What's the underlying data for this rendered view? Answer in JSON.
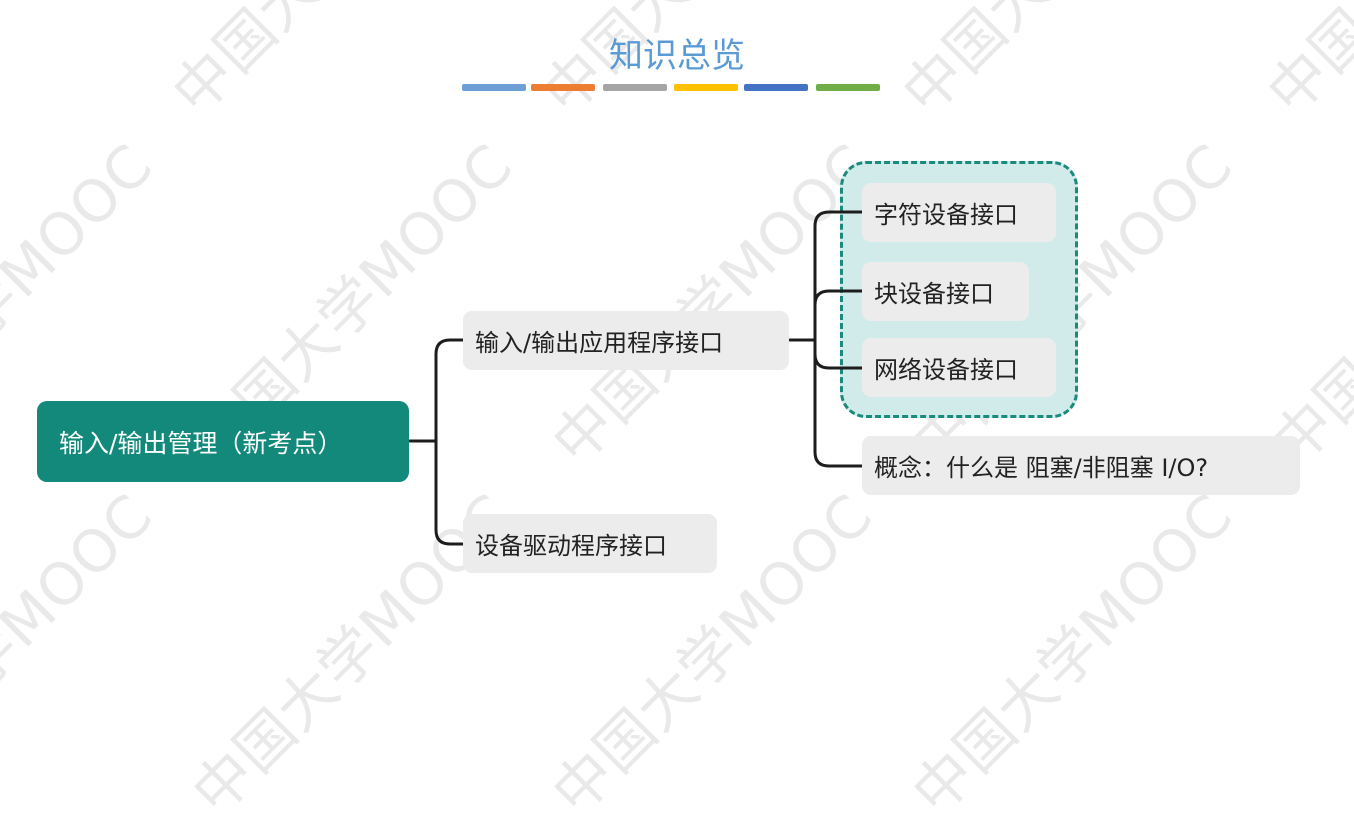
{
  "title": "知识总览",
  "color_bars": [
    "#6d9fd6",
    "#ed7d31",
    "#a5a5a5",
    "#ffc000",
    "#4472c4",
    "#70ad47"
  ],
  "watermark": "中国大学MOOC",
  "root": {
    "label": "输入/输出管理（新考点）"
  },
  "branches": [
    {
      "label": "输入/输出应用程序接口",
      "children": [
        "字符设备接口",
        "块设备接口",
        "网络设备接口",
        "概念：什么是 阻塞/非阻塞 I/O?"
      ]
    },
    {
      "label": "设备驱动程序接口"
    }
  ]
}
